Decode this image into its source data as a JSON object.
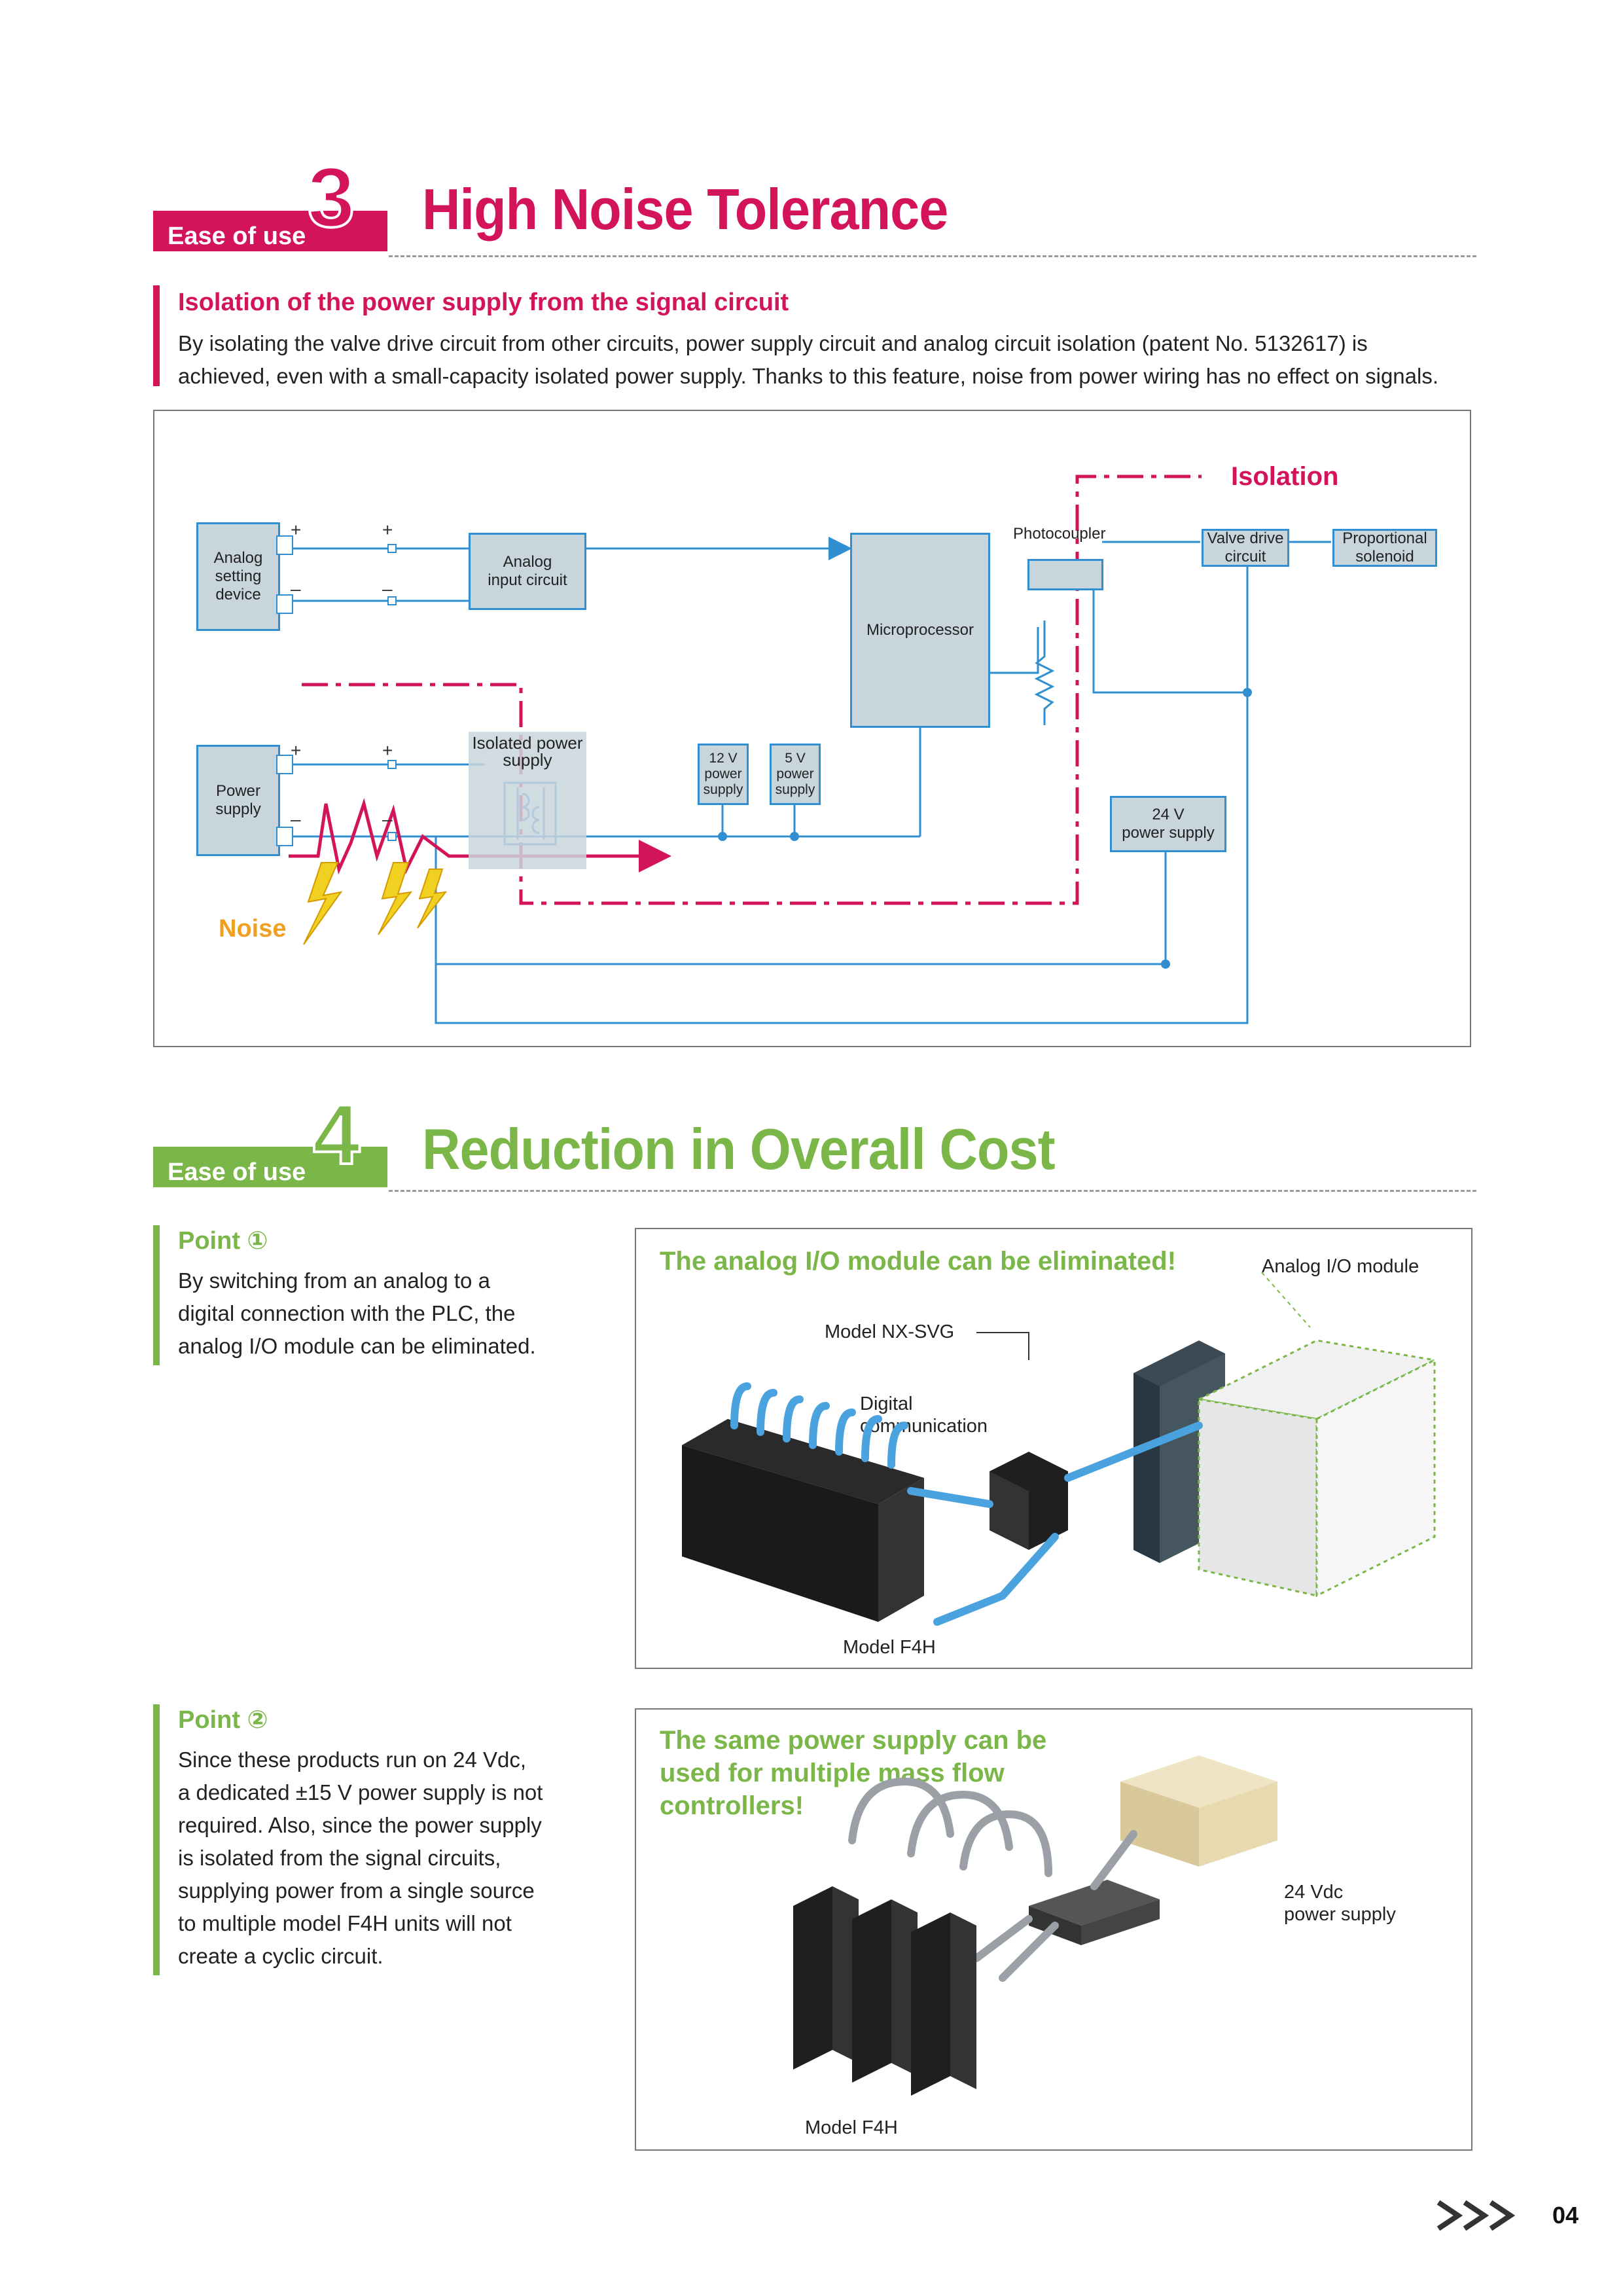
{
  "section3": {
    "badge_label": "Ease of use",
    "number": "3",
    "title": "High Noise Tolerance",
    "subheading": "Isolation of the power supply from the signal circuit",
    "text_line1": "By isolating the valve drive circuit from other circuits, power supply circuit and analog circuit isolation (patent No. 5132617) is",
    "text_line2": "achieved, even with a small-capacity isolated power supply. Thanks to this feature, noise from power wiring has no effect on signals.",
    "accent": "#d4145a"
  },
  "diagram": {
    "isolation": "Isolation",
    "noise": "Noise",
    "analog_setting_device": [
      "Analog",
      "setting",
      "device"
    ],
    "analog_input_circuit": [
      "Analog",
      "input circuit"
    ],
    "microprocessor": "Microprocessor",
    "photocoupler": "Photocoupler",
    "valve_drive_circuit": [
      "Valve drive",
      "circuit"
    ],
    "proportional_solenoid": [
      "Proportional",
      "solenoid"
    ],
    "power_supply": [
      "Power",
      "supply"
    ],
    "isolated_power_supply": [
      "Isolated power",
      "supply"
    ],
    "ps_12v": [
      "12 V",
      "power",
      "supply"
    ],
    "ps_5v": [
      "5 V",
      "power",
      "supply"
    ],
    "ps_24v": [
      "24 V",
      "power supply"
    ],
    "plus": "+",
    "minus": "–",
    "wire_color": "#2f8fd0",
    "box_fill": "#c9d5dd",
    "noise_color": "#f0a020"
  },
  "section4": {
    "badge_label": "Ease of use",
    "number": "4",
    "title": "Reduction in Overall Cost",
    "accent": "#7ab648",
    "point1": {
      "heading": "Point ①",
      "lines": [
        "By switching from an analog to a",
        "digital connection with the PLC, the",
        "analog I/O module can be eliminated."
      ]
    },
    "panel1": {
      "headline": "The analog I/O module can be eliminated!",
      "analog_io_module": "Analog I/O module",
      "model_nx_svg": "Model NX-SVG",
      "digital_communication": [
        "Digital",
        "communication"
      ],
      "model_f4h": "Model F4H"
    },
    "point2": {
      "heading": "Point ②",
      "lines": [
        "Since these products run on 24 Vdc,",
        "a dedicated ±15 V power supply is not",
        "required. Also, since the power supply",
        "is isolated from the signal circuits,",
        "supplying power from a single source",
        "to multiple model F4H units will not",
        "create a cyclic circuit."
      ]
    },
    "panel2": {
      "headline": [
        "The same power supply can be",
        "used for multiple mass flow",
        "controllers!"
      ],
      "power_supply_label": [
        "24 Vdc",
        "power supply"
      ],
      "model_f4h": "Model F4H"
    }
  },
  "footer": {
    "page_number": "04"
  }
}
